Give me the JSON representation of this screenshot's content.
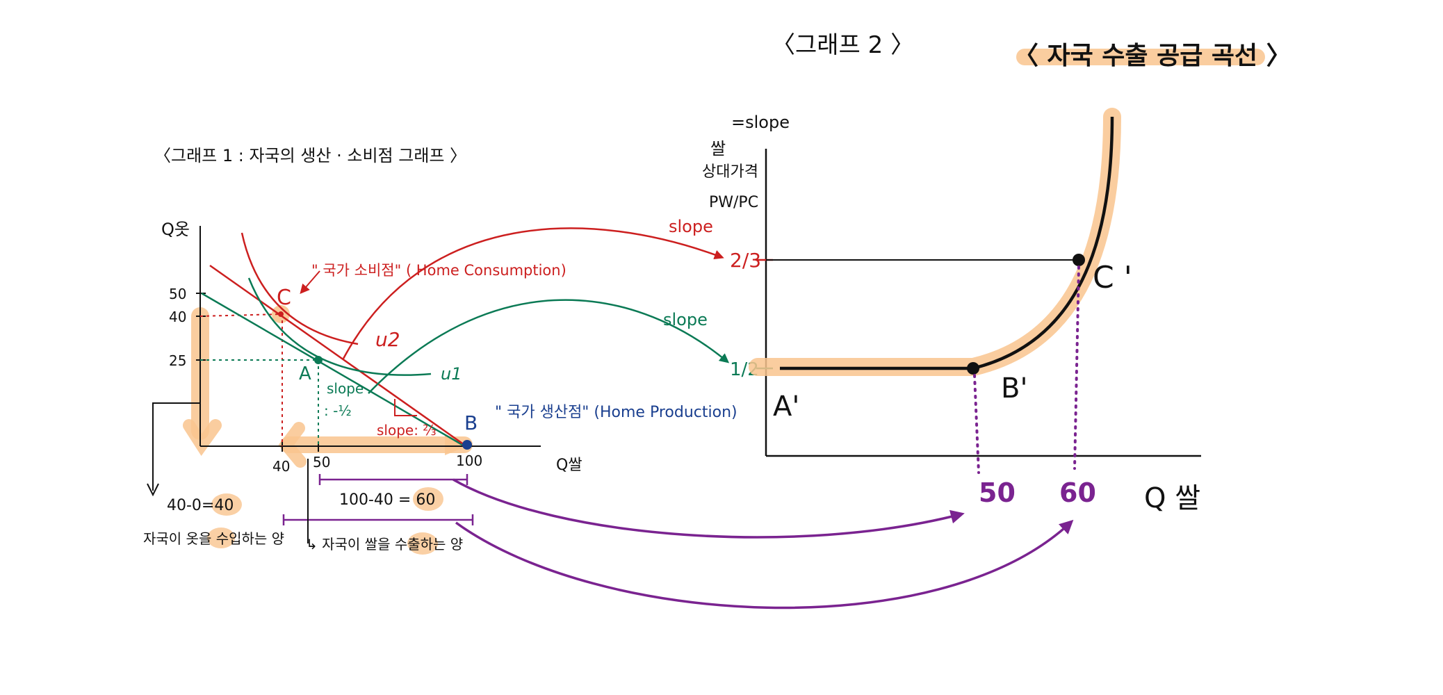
{
  "colors": {
    "red": "#cc1f1f",
    "green": "#0b7a55",
    "blue": "#1a3f8f",
    "purple": "#7a2390",
    "highlight": "#f9c48e",
    "black": "#111111"
  },
  "graph1": {
    "title": "〈그래프 1 :  자국의  생산 · 소비점 그래프 〉",
    "y_axis_label": "Q옷",
    "x_axis_label": "Q쌀",
    "y_ticks": [
      "50",
      "40",
      "25"
    ],
    "x_ticks": [
      "40",
      "50",
      "100"
    ],
    "point_c": "C",
    "point_a": "A",
    "point_b": "B",
    "consumption_label": "\" 국가 소비점\" ( Home Consumption)",
    "production_label": "\" 국가 생산점\" (Home Production)",
    "u2": "u2",
    "u1": "u1",
    "green_slope_label": "slope",
    "green_slope_value": ": -½",
    "red_slope_label": "slope: ⅔",
    "import_calc": "40-0=40",
    "import_text": "자국이 옷을 수입하는 양",
    "export_calc": "100-40 = 60",
    "export_text": "↳ 자국이  쌀을  수출하는 양"
  },
  "arrows": {
    "red_slope": "slope",
    "green_slope": "slope"
  },
  "graph2": {
    "title": "〈그래프 2 〉",
    "heading": "〈 자국 수출 공급 곡선 〉",
    "slope_note": "=slope",
    "y_label_1": "쌀",
    "y_label_2": "상대가격",
    "y_label_3": "PW/PC",
    "y_tick_top": "2/3",
    "y_tick_bottom": "1/2",
    "point_a": "A'",
    "point_b": "B'",
    "point_c": "C '",
    "x_tick_50": "50",
    "x_tick_60": "60",
    "x_axis_label": "Q 쌀"
  }
}
